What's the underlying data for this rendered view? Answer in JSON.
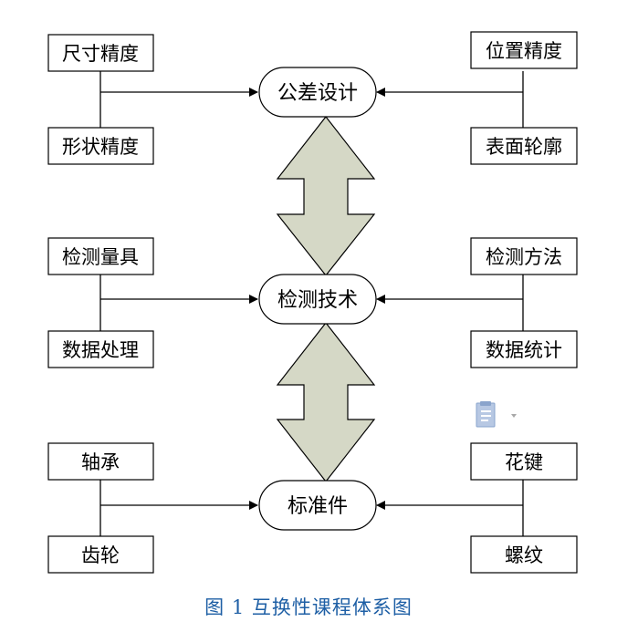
{
  "diagram": {
    "left_boxes": [
      {
        "id": "l1",
        "label": "尺寸精度"
      },
      {
        "id": "l2",
        "label": "形状精度"
      },
      {
        "id": "l3",
        "label": "检测量具"
      },
      {
        "id": "l4",
        "label": "数据处理"
      },
      {
        "id": "l5",
        "label": "轴承"
      },
      {
        "id": "l6",
        "label": "齿轮"
      }
    ],
    "right_boxes": [
      {
        "id": "r1",
        "label": "位置精度"
      },
      {
        "id": "r2",
        "label": "表面轮廓"
      },
      {
        "id": "r3",
        "label": "检测方法"
      },
      {
        "id": "r4",
        "label": "数据统计"
      },
      {
        "id": "r5",
        "label": "花键"
      },
      {
        "id": "r6",
        "label": "螺纹"
      }
    ],
    "centers": [
      {
        "id": "c1",
        "label": "公差设计"
      },
      {
        "id": "c2",
        "label": "检测技术"
      },
      {
        "id": "c3",
        "label": "标准件"
      }
    ],
    "arrow_fill": "#d5d8c6"
  },
  "caption": "图 1 互换性课程体系图",
  "paste_options_icon": "paste-options-icon"
}
